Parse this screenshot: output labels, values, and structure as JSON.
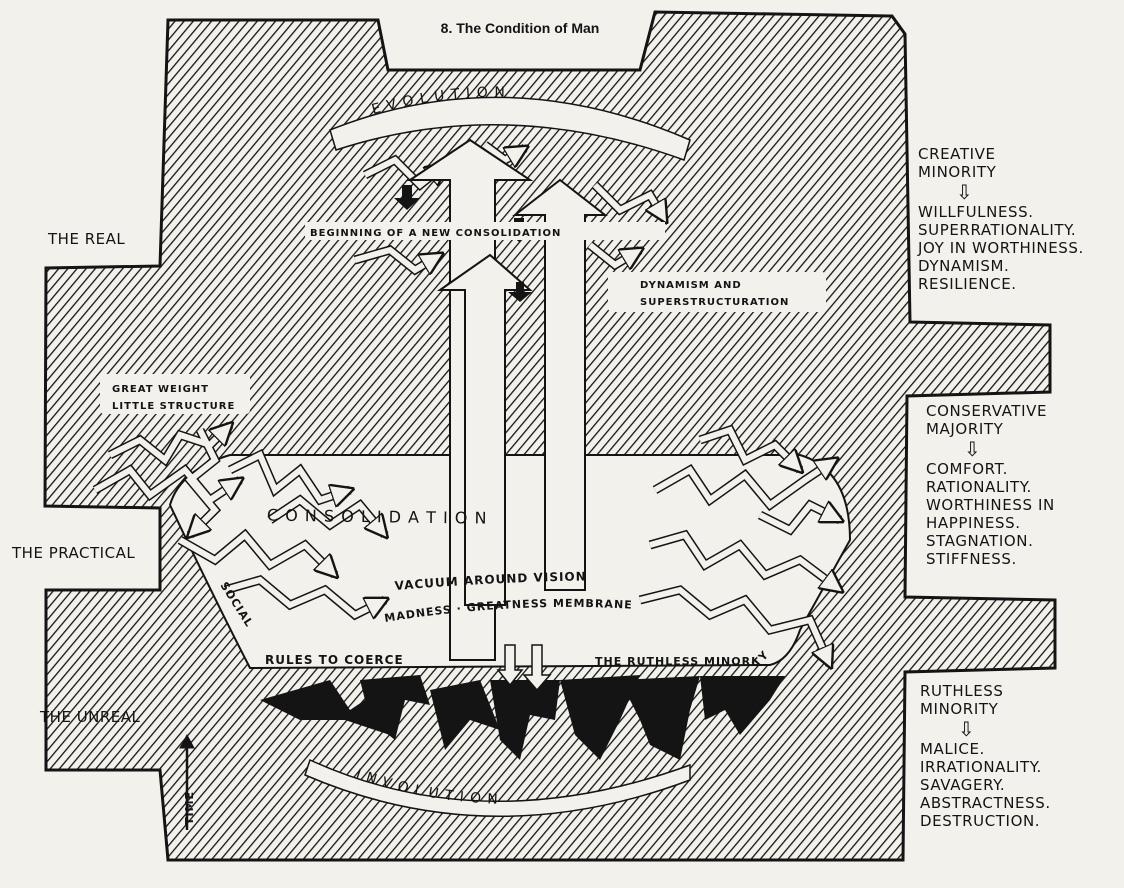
{
  "title": "8. The Condition of Man",
  "side_labels": {
    "real": "THE REAL",
    "practical": "THE PRACTICAL",
    "unreal": "THE UNREAL",
    "time": "TIME"
  },
  "curved_labels": {
    "evolution": "E V O L U T I O N",
    "consolidation": "C O N S O L I D A T I O N",
    "involution": "I N V O L U T I O N",
    "vacuum": "VACUUM AROUND VISION",
    "membrane": "MADNESS · GREATNESS MEMBRANE",
    "social": "SOCIAL",
    "rules": "RULES TO COERCE",
    "ruthless": "THE RUTHLESS MINORITY"
  },
  "inner_labels": {
    "beginning": "BEGINNING OF A NEW CONSOLIDATION",
    "dynamism_1": "DYNAMISM AND",
    "dynamism_2": "SUPERSTRUCTURATION",
    "weight_1": "GREAT WEIGHT",
    "weight_2": "LITTLE STRUCTURE"
  },
  "minorities": [
    {
      "heading": [
        "CREATIVE",
        "MINORITY"
      ],
      "traits": [
        "WILLFULNESS.",
        "SUPERRATIONALITY.",
        "JOY IN WORTHINESS.",
        "DYNAMISM.",
        "RESILIENCE."
      ]
    },
    {
      "heading": [
        "CONSERVATIVE",
        "MAJORITY"
      ],
      "traits": [
        "COMFORT.",
        "RATIONALITY.",
        "WORTHINESS IN",
        "HAPPINESS.",
        "STAGNATION.",
        "STIFFNESS."
      ]
    },
    {
      "heading": [
        "RUTHLESS",
        "MINORITY"
      ],
      "traits": [
        "MALICE.",
        "IRRATIONALITY.",
        "SAVAGERY.",
        "ABSTRACTNESS.",
        "DESTRUCTION."
      ]
    }
  ],
  "colors": {
    "ink": "#141414",
    "paper": "#f2f1ec"
  }
}
